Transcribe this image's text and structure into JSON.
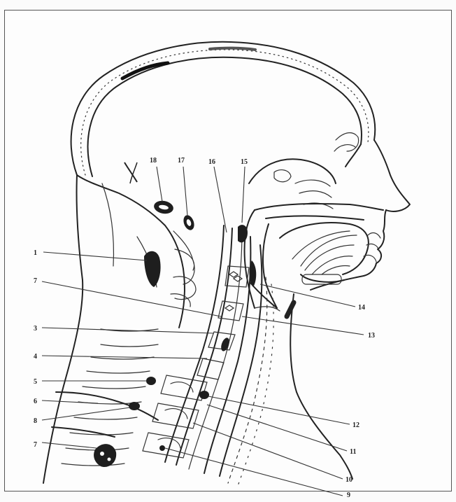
{
  "figure": {
    "colors": {
      "ink": "#222222",
      "paper": "#fdfdfd",
      "frame": "#555555"
    },
    "labels": [
      {
        "id": "1",
        "text": "1"
      },
      {
        "id": "7a",
        "text": "7"
      },
      {
        "id": "3",
        "text": "3"
      },
      {
        "id": "4",
        "text": "4"
      },
      {
        "id": "5",
        "text": "5"
      },
      {
        "id": "6",
        "text": "6"
      },
      {
        "id": "8",
        "text": "8"
      },
      {
        "id": "7b",
        "text": "7"
      },
      {
        "id": "18",
        "text": "18"
      },
      {
        "id": "17",
        "text": "17"
      },
      {
        "id": "16",
        "text": "16"
      },
      {
        "id": "15",
        "text": "15"
      },
      {
        "id": "14",
        "text": "14"
      },
      {
        "id": "13",
        "text": "13"
      },
      {
        "id": "12",
        "text": "12"
      },
      {
        "id": "11",
        "text": "11"
      },
      {
        "id": "10",
        "text": "10"
      },
      {
        "id": "9",
        "text": "9"
      }
    ]
  }
}
